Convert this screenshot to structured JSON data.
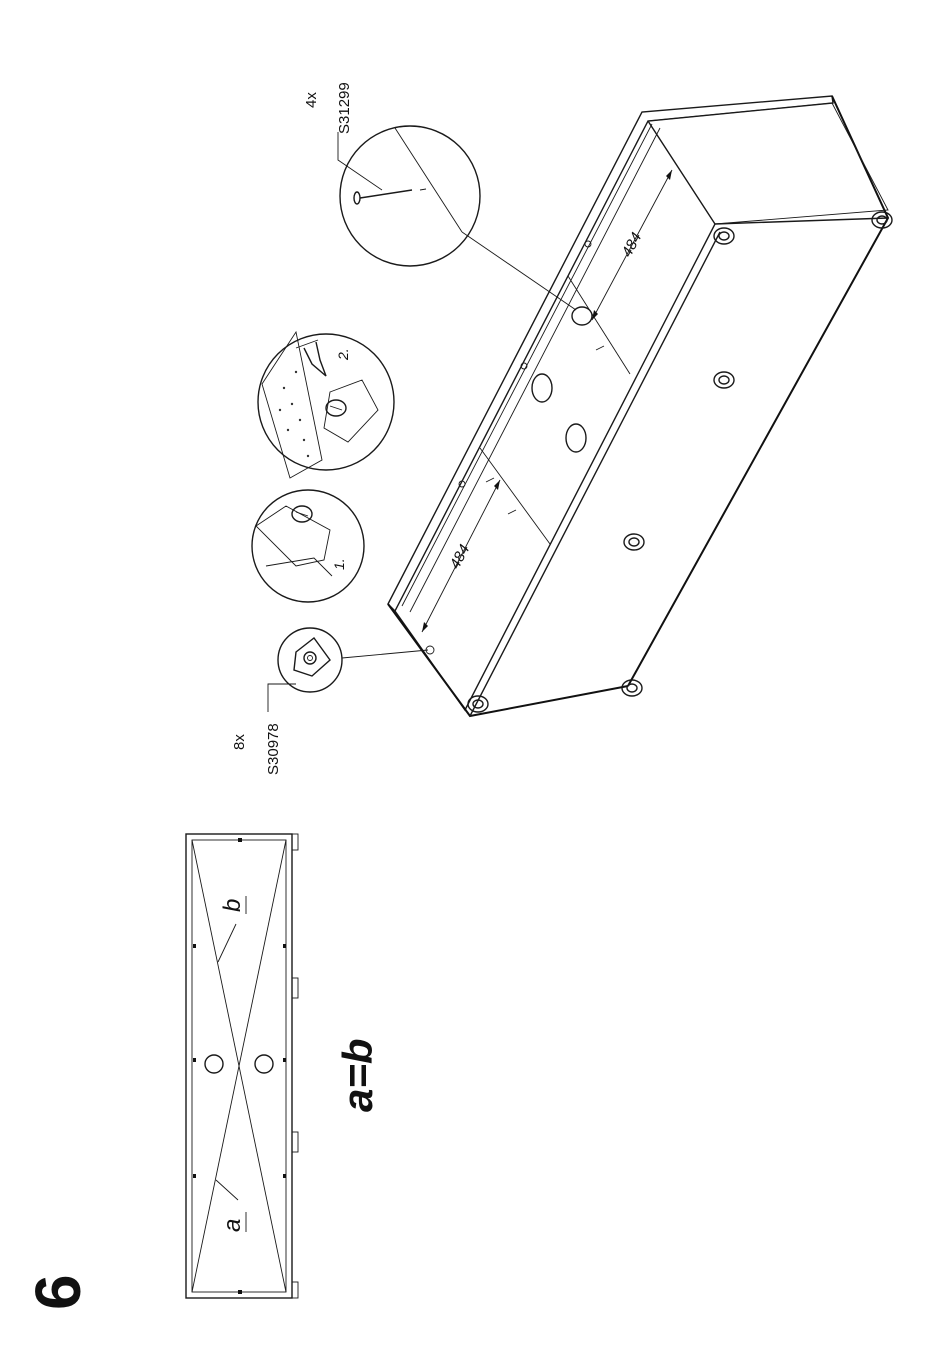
{
  "step_number": "6",
  "callouts": {
    "nail": {
      "count": "4x",
      "code": "S31299"
    },
    "connector": {
      "count": "8x",
      "code": "S30978"
    }
  },
  "dimensions": {
    "upper": "484",
    "lower": "484"
  },
  "substeps": {
    "first": "1.",
    "second": "2."
  },
  "diagonal_check": {
    "label_a": "a",
    "label_b": "b",
    "equation": "a=b"
  }
}
